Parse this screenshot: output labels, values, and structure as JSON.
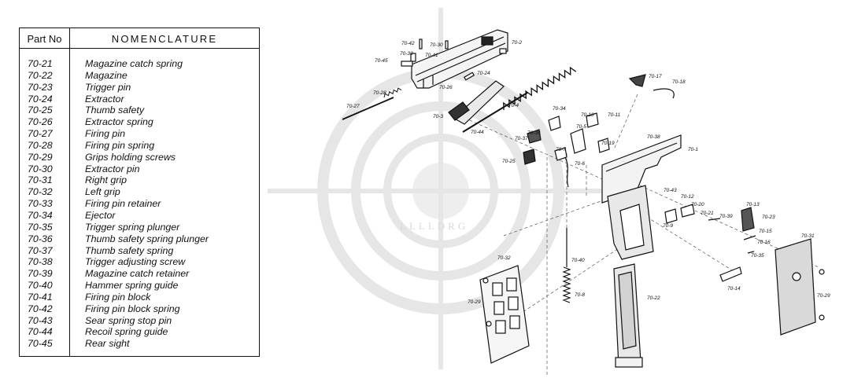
{
  "table": {
    "header_part_no": "Part No",
    "header_nomenclature": "NOMENCLATURE",
    "rows": [
      {
        "part": "70-21",
        "name": "Magazine catch spring"
      },
      {
        "part": "70-22",
        "name": "Magazine"
      },
      {
        "part": "70-23",
        "name": "Trigger pin"
      },
      {
        "part": "70-24",
        "name": "Extractor"
      },
      {
        "part": "70-25",
        "name": "Thumb safety"
      },
      {
        "part": "70-26",
        "name": "Extractor spring"
      },
      {
        "part": "70-27",
        "name": "Firing pin"
      },
      {
        "part": "70-28",
        "name": "Firing pin spring"
      },
      {
        "part": "70-29",
        "name": "Grips holding screws"
      },
      {
        "part": "70-30",
        "name": "Extractor pin"
      },
      {
        "part": "70-31",
        "name": "Right grip"
      },
      {
        "part": "70-32",
        "name": "Left grip"
      },
      {
        "part": "70-33",
        "name": "Firing pin retainer"
      },
      {
        "part": "70-34",
        "name": "Ejector"
      },
      {
        "part": "70-35",
        "name": "Trigger spring plunger"
      },
      {
        "part": "70-36",
        "name": "Thumb safety spring plunger"
      },
      {
        "part": "70-37",
        "name": "Thumb safety spring"
      },
      {
        "part": "70-38",
        "name": "Trigger adjusting screw"
      },
      {
        "part": "70-39",
        "name": "Magazine catch retainer"
      },
      {
        "part": "70-40",
        "name": "Hammer spring guide"
      },
      {
        "part": "70-41",
        "name": "Firing pin block"
      },
      {
        "part": "70-42",
        "name": "Firing pin block spring"
      },
      {
        "part": "70-43",
        "name": "Sear spring stop pin"
      },
      {
        "part": "70-44",
        "name": "Recoil spring guide"
      },
      {
        "part": "70-45",
        "name": "Rear sight"
      }
    ]
  },
  "diagram": {
    "watermark_text": "LLLLDRG",
    "callouts": {
      "c70_42": "70-42",
      "c70_30": "70-30",
      "c70_2": "70-2",
      "c70_33": "70-33",
      "c70_41": "70-41",
      "c70_45": "70-45",
      "c70_24": "70-24",
      "c70_26": "70-26",
      "c70_28": "70-28",
      "c70_27": "70-27",
      "c70_4": "70-4",
      "c70_3": "70-3",
      "c70_44": "70-44",
      "c70_17": "70-17",
      "c70_18": "70-18",
      "c70_34": "70-34",
      "c70_10": "70-10",
      "c70_11": "70-11",
      "c70_5": "70-5",
      "c70_36": "70-36",
      "c70_37": "70-37",
      "c70_7": "70-7",
      "c70_19": "70-19",
      "c70_38": "70-38",
      "c70_1": "70-1",
      "c70_25": "70-25",
      "c70_6": "70-6",
      "c70_43": "70-43",
      "c70_12": "70-12",
      "c70_20": "70-20",
      "c70_21": "70-21",
      "c70_39": "70-39",
      "c70_9": "70-9",
      "c70_13": "70-13",
      "c70_23": "70-23",
      "c70_15": "70-15",
      "c70_16": "70-16",
      "c70_35": "70-35",
      "c70_31": "70-31",
      "c70_32": "70-32",
      "c70_40": "70-40",
      "c70_8": "70-8",
      "c70_22": "70-22",
      "c70_14": "70-14",
      "c70_29a": "70-29",
      "c70_29b": "70-29"
    }
  }
}
